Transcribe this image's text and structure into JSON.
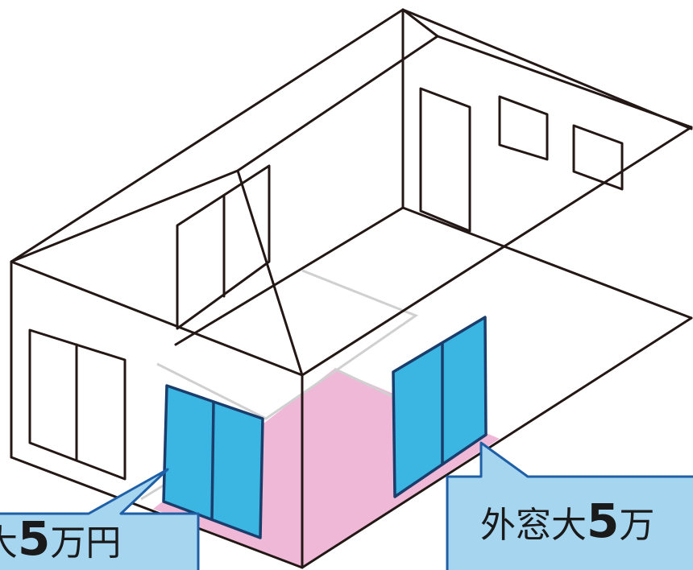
{
  "diagram": {
    "callouts": [
      {
        "prefix": "大",
        "amount": "5",
        "unit": "万円"
      },
      {
        "prefix": "外窓大",
        "amount": "5",
        "unit": "万"
      }
    ],
    "colors": {
      "line": "#231815",
      "wall_light": "#d9d9d9",
      "floor_highlight": "#efb8d6",
      "window_fill": "#3bb6e3",
      "window_stroke": "#1a3d6b",
      "callout_fill": "#a6d5f0",
      "callout_stroke": "#1f5fa6"
    }
  }
}
